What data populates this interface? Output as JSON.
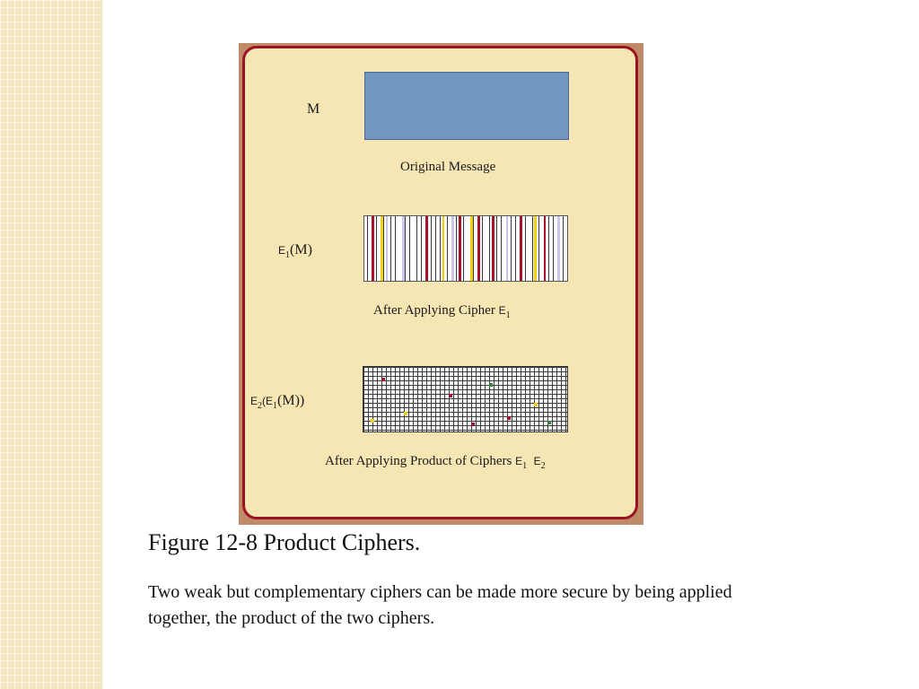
{
  "figure": {
    "row1": {
      "label": "M",
      "caption": "Original Message"
    },
    "row2": {
      "label_main": "E",
      "label_sub": "1",
      "label_tail": "(M)",
      "caption": "After Applying  Cipher",
      "cipher": "E",
      "cipher_sub": "1"
    },
    "row3": {
      "label_a": "E",
      "label_a_sub": "2",
      "label_mid": "(E",
      "label_b_sub": "1",
      "label_tail": "(M))",
      "caption": "After Applying Product of Ciphers",
      "c1": "E",
      "c1_sub": "1",
      "c2": "E",
      "c2_sub": "2"
    }
  },
  "caption": {
    "title": "Figure 12-8  Product Ciphers.",
    "body": "Two weak but complementary ciphers can be made more secure by being applied together, the product of the two ciphers."
  },
  "colors": {
    "panel_bg": "#f5e6b4",
    "panel_border": "#9b1424",
    "message_block": "#7296c2",
    "stripe_red": "#a5142a",
    "stripe_yellow": "#f2d10a",
    "stripe_lavender": "#c9c6e8"
  }
}
